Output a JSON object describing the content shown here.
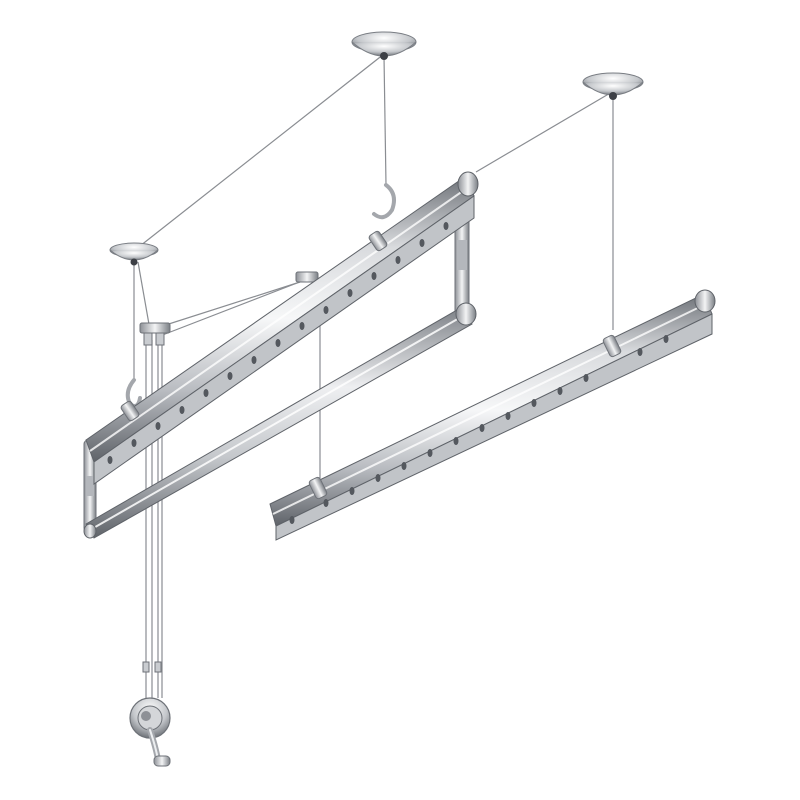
{
  "scene": {
    "subject": "ceiling-mounted-clothes-drying-rack",
    "background_color": "#ffffff",
    "metal_light": "#f2f3f5",
    "metal_mid": "#b9bcc1",
    "metal_dark": "#6e7278",
    "wire_color": "#8a8d92",
    "hole_color": "#54585e",
    "ceiling_mounts": 3,
    "hanging_bars": 3,
    "crank_handles": 1
  }
}
